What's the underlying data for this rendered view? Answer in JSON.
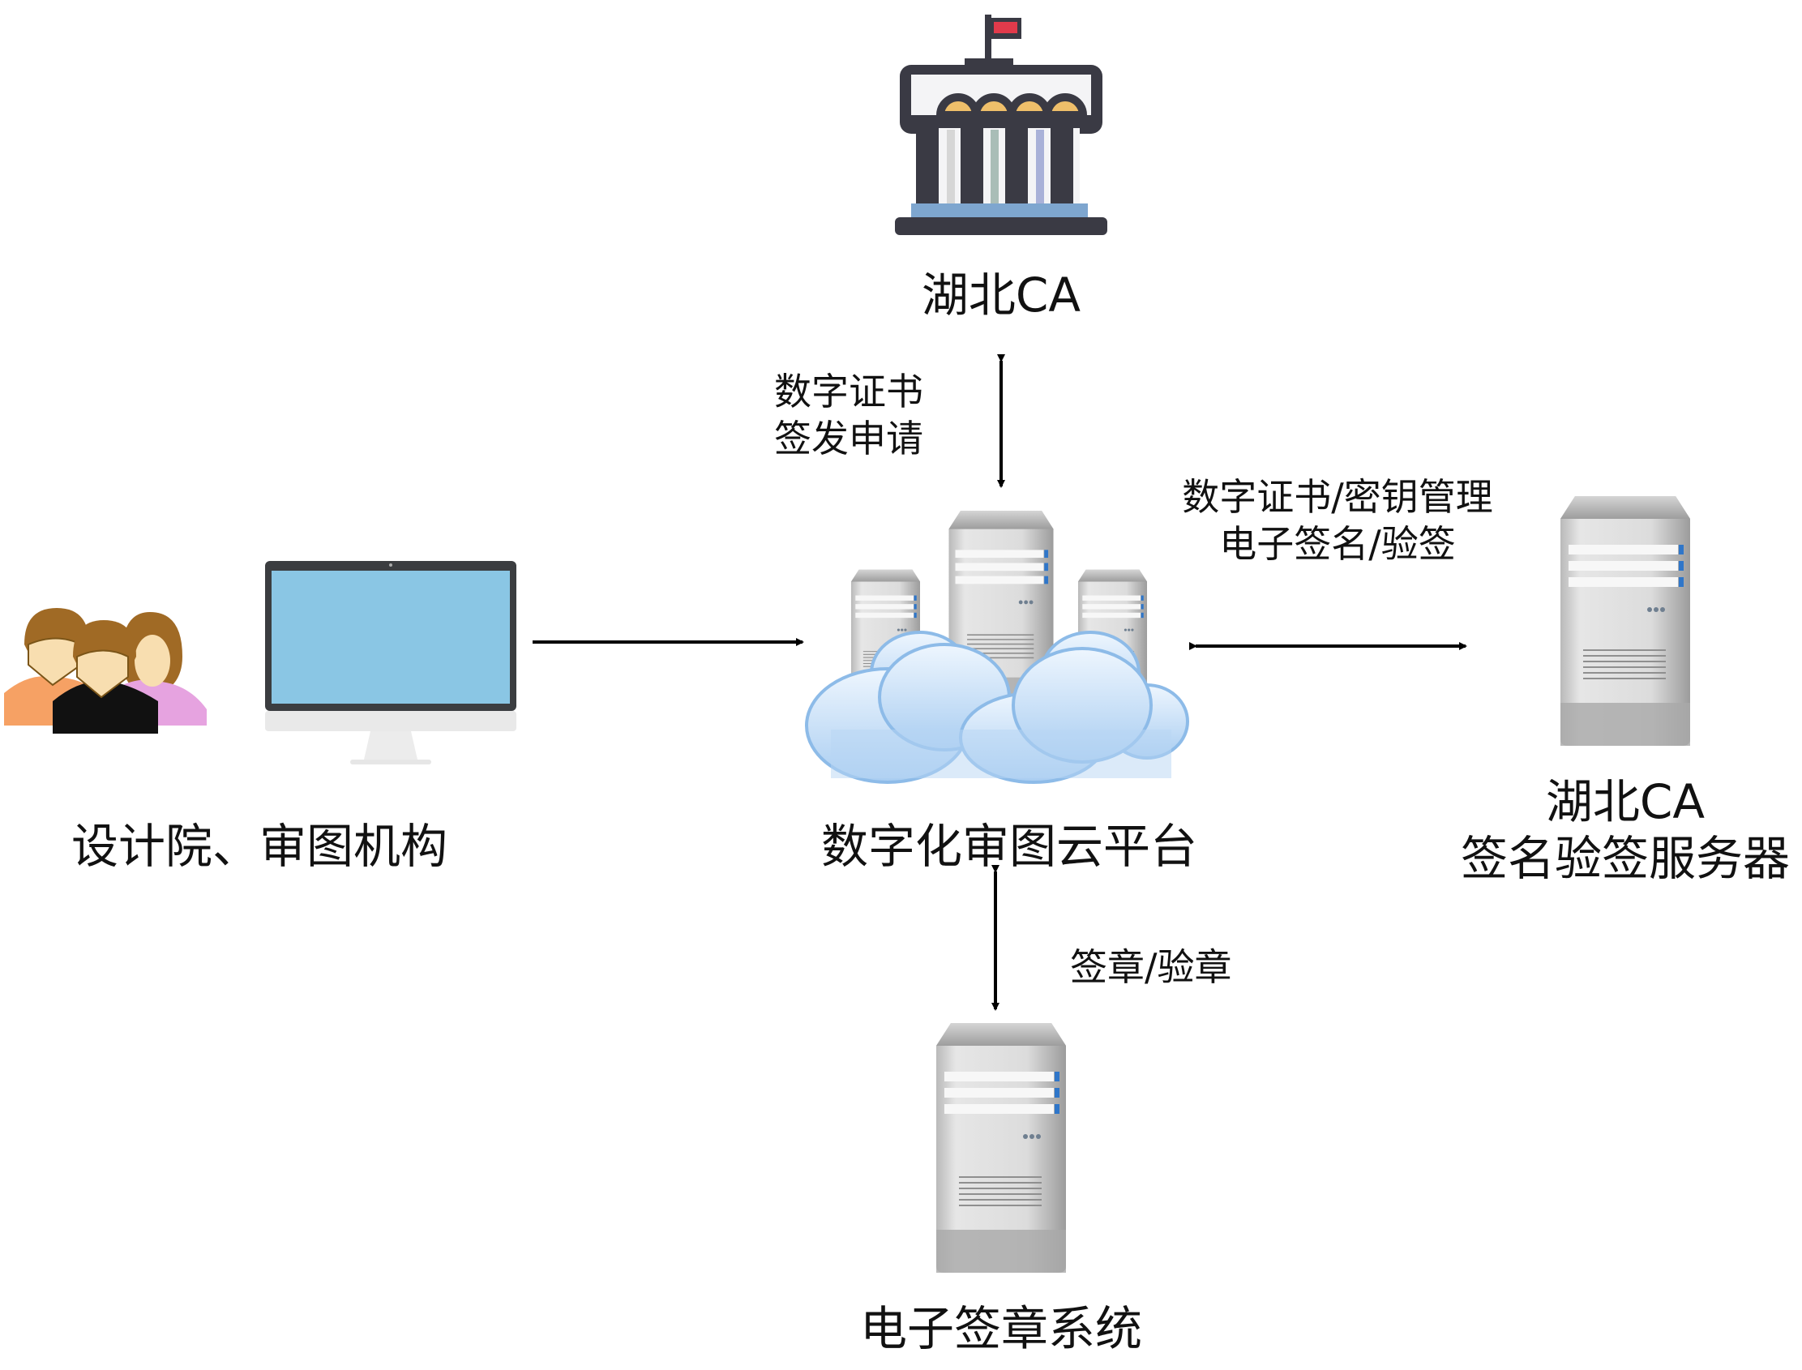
{
  "nodes": {
    "hubei_ca": {
      "label": "湖北CA",
      "icon": "government-building-icon"
    },
    "platform": {
      "label": "数字化审图云平台",
      "icon": "cloud-servers-icon"
    },
    "users": {
      "label": "设计院、审图机构",
      "icons": [
        "users-group-icon",
        "monitor-icon"
      ]
    },
    "sign_server": {
      "label_lines": [
        "湖北CA",
        "签名验签服务器"
      ],
      "icon": "server-icon"
    },
    "seal_system": {
      "label": "电子签章系统",
      "icon": "server-icon"
    }
  },
  "edges": {
    "ca_platform": {
      "label_lines": [
        "数字证书",
        "签发申请"
      ],
      "direction": "bidirectional"
    },
    "users_platform": {
      "label": "",
      "direction": "to-platform"
    },
    "platform_sign_server": {
      "label_lines": [
        "数字证书/密钥管理",
        "电子签名/验签"
      ],
      "direction": "bidirectional"
    },
    "platform_seal": {
      "label": "签章/验章",
      "direction": "bidirectional"
    }
  },
  "colors": {
    "flag": "#e23a4b",
    "building_dark": "#3a3a44",
    "building_base": "#7ea6cf",
    "arch": "#efbf6a",
    "monitor_screen": "#8ac6e4",
    "cloud": "#cfe4f8",
    "server_led": "#2f76c9"
  }
}
